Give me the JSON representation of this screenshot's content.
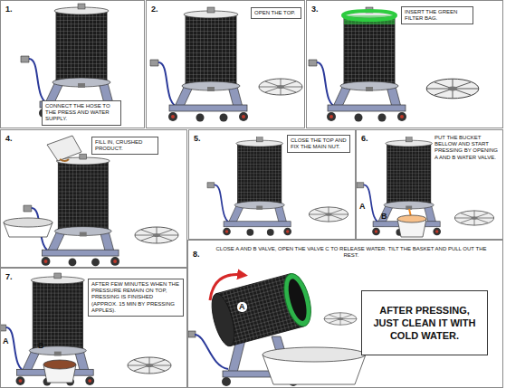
{
  "diagram": {
    "nodes": [
      {
        "text": [
          "1."
        ]
      },
      {
        "text": [
          "CONNECT THE HOSE TO THE PRESS AND WATER SUPPLY."
        ],
        "in": 0
      },
      {
        "text": [
          "2."
        ]
      },
      {
        "text": [
          "OPEN THE TOP."
        ],
        "in": 2
      },
      {
        "text": [
          "3."
        ]
      },
      {
        "text": [
          "INSERT THE GREEN FILTER BAG."
        ],
        "in": 4
      },
      {
        "text": [
          "4."
        ]
      },
      {
        "text": [
          "FILL IN, CRUSHED PRODUCT."
        ],
        "in": 6
      },
      {
        "text": [
          "5."
        ]
      },
      {
        "text": [
          "CLOSE THE TOP AND FIX THE MAIN NUT."
        ],
        "in": 8
      },
      {
        "text": [
          "6.",
          "PUT THE BUCKET BELLOW AND START PRESSING BY OPENING A AND B WATER VALVE."
        ]
      },
      {
        "text": [
          "7."
        ]
      },
      {
        "text": [
          "AFTER FEW MINUTES WHEN THE PRESSURE REMAIN ON TOP, PRESSING IS FINISHED (APPROX. 15 MIN BY PRESSING APPLES)."
        ],
        "in": 11
      },
      {
        "text": [
          "8.",
          "CLOSE A AND B VALVE, OPEN THE VALVE C TO RELEASE WATER. TILT THE BASKET AND PULL OUT THE REST."
        ]
      },
      {
        "text": [
          "AFTER PRESSING, JUST CLEAN IT WITH COLD WATER."
        ],
        "in": 13
      }
    ],
    "labels": [
      "A",
      "B",
      "A",
      "B",
      "A"
    ]
  }
}
